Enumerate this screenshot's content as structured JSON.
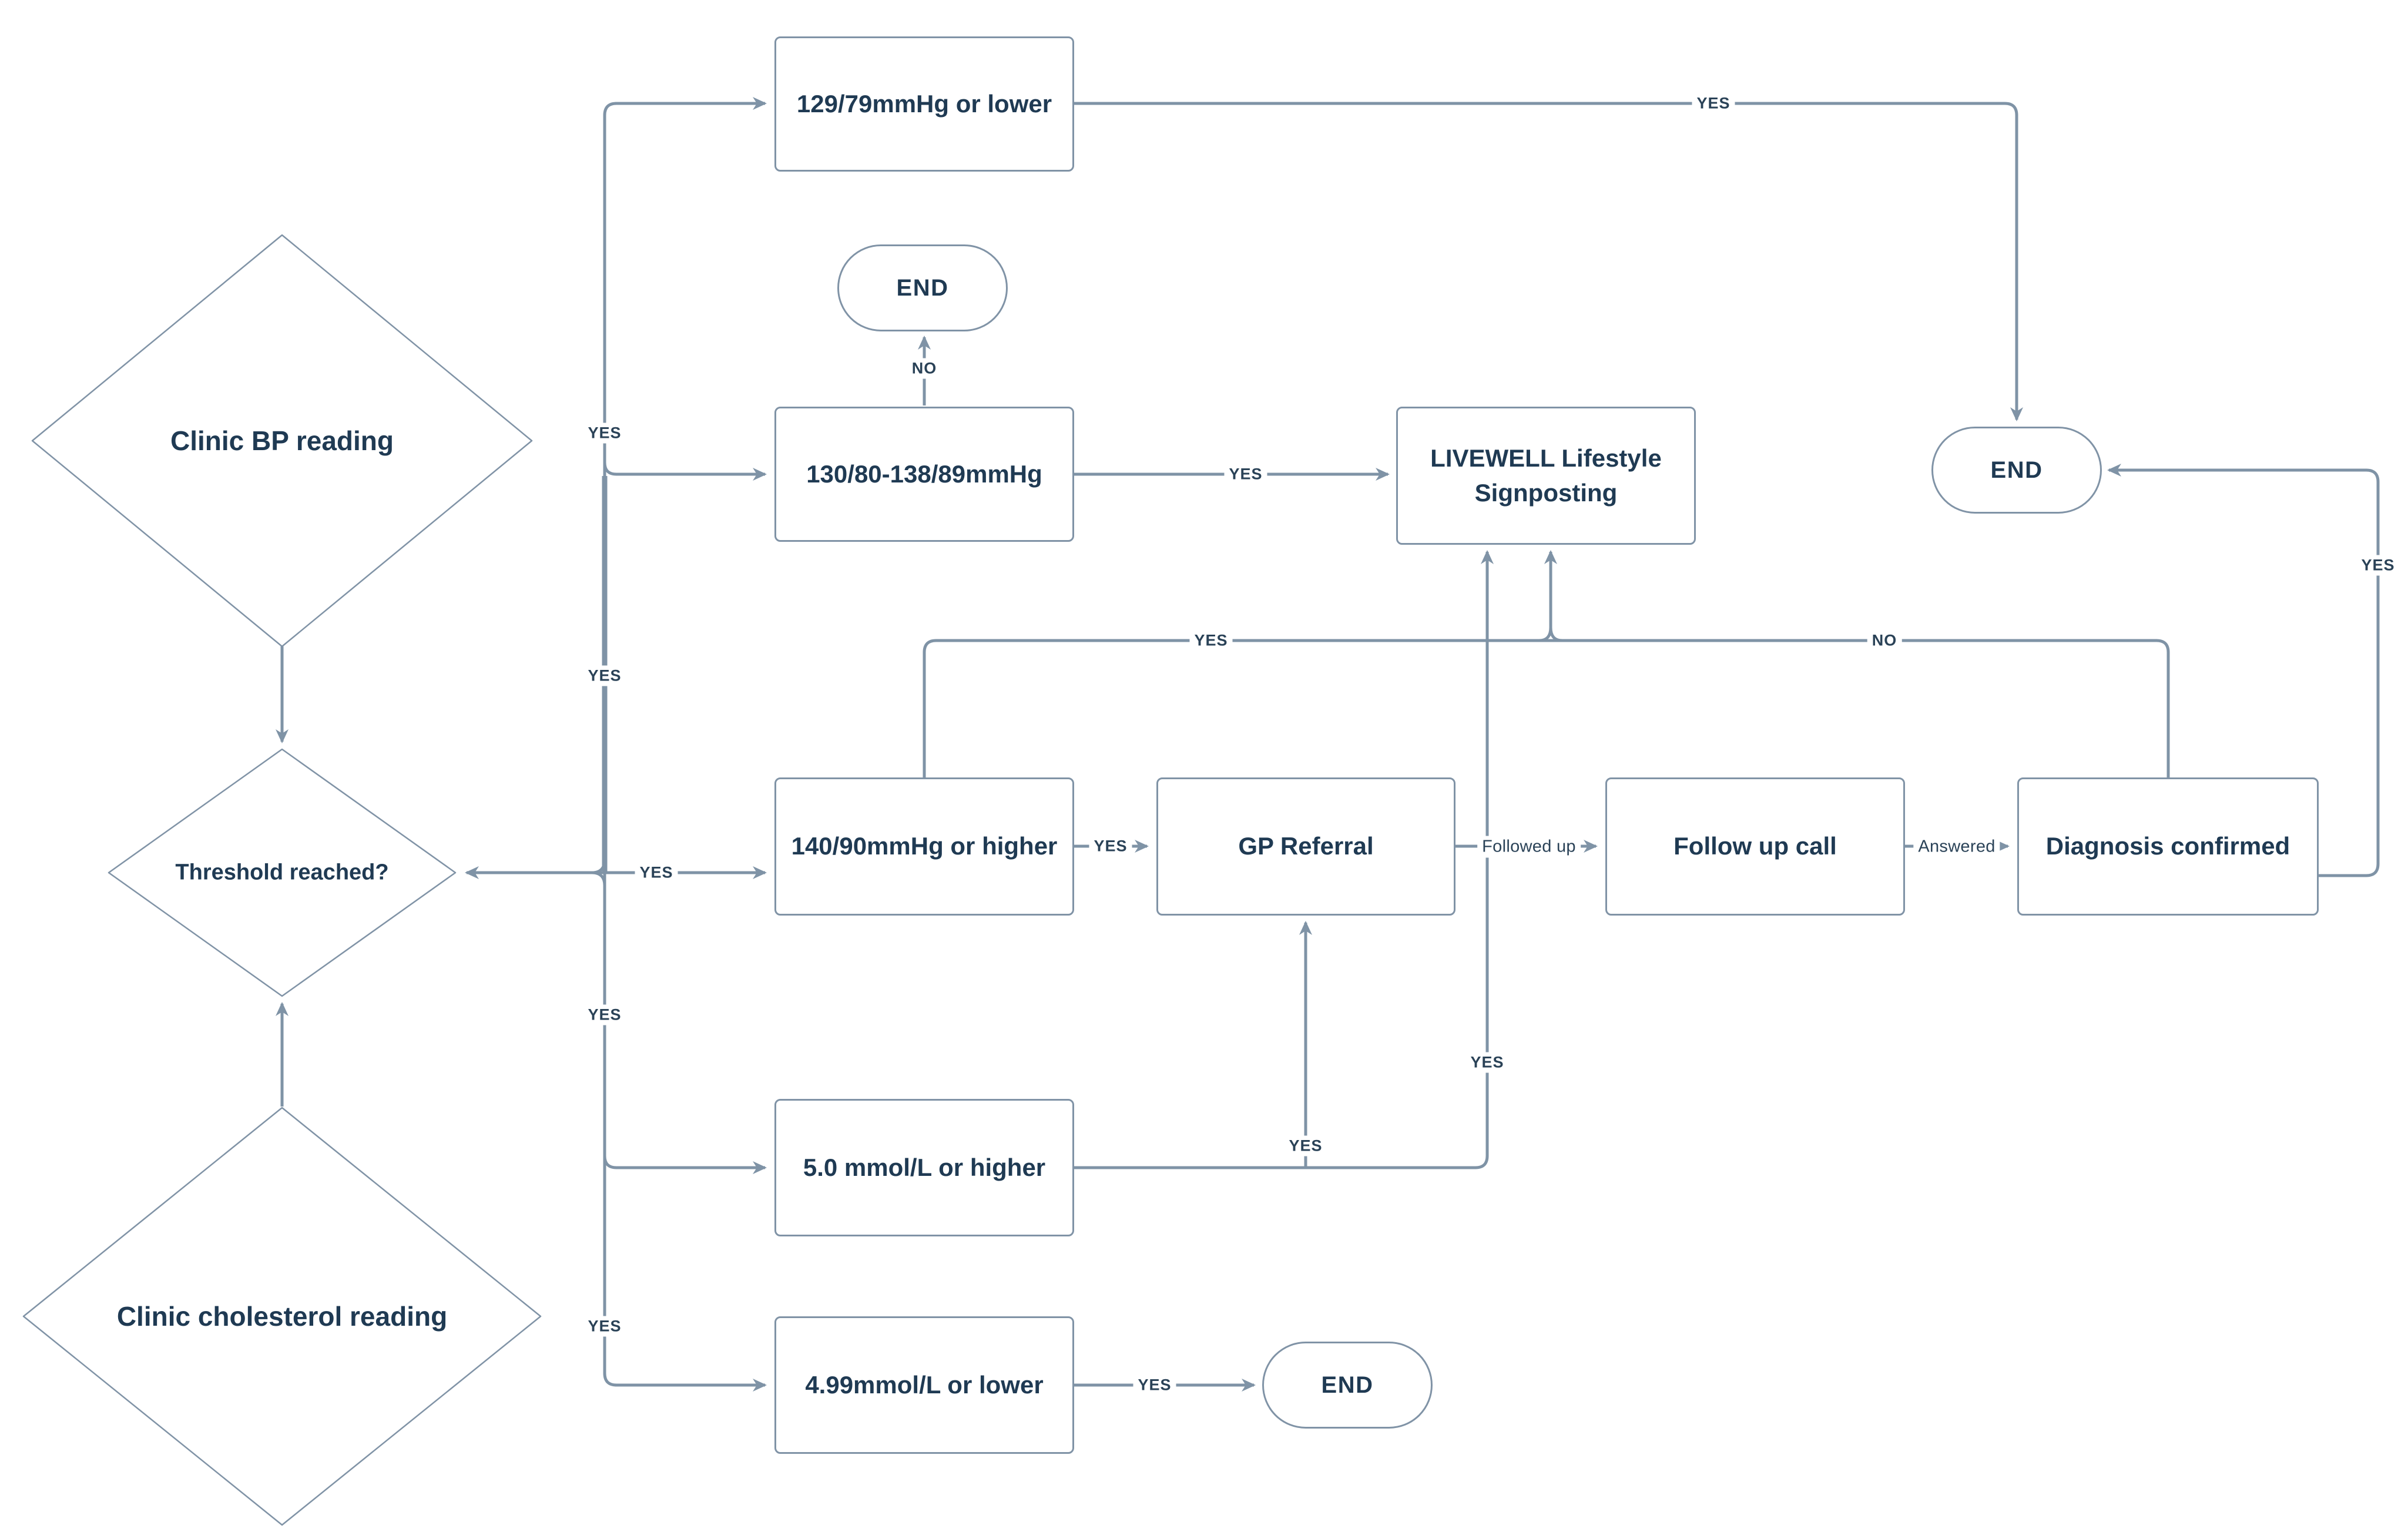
{
  "diagram": {
    "type": "flowchart",
    "background": "#ffffff",
    "colors": {
      "line": "#8093a6",
      "connector": "#7f93a6",
      "node_text": "#1f3a53",
      "edge_label_text": "#2a4257",
      "shape_fill": "#ffffff"
    }
  },
  "nodes": {
    "clinic_bp": {
      "label": "Clinic BP reading",
      "shape": "diamond"
    },
    "threshold": {
      "label": "Threshold reached?",
      "shape": "diamond"
    },
    "clinic_cholesterol": {
      "label": "Clinic cholesterol reading",
      "shape": "diamond"
    },
    "bp_low": {
      "label": "129/79mmHg or lower",
      "shape": "rect"
    },
    "bp_mid": {
      "label": "130/80-138/89mmHg",
      "shape": "rect"
    },
    "bp_high": {
      "label": "140/90mmHg or higher",
      "shape": "rect"
    },
    "livewell": {
      "label": "LIVEWELL Lifestyle Signposting",
      "line1": "LIVEWELL Lifestyle",
      "line2": "Signposting",
      "shape": "rect"
    },
    "gp_referral": {
      "label": "GP Referral",
      "shape": "rect"
    },
    "follow_up_call": {
      "label": "Follow up call",
      "shape": "rect"
    },
    "diagnosis_confirmed": {
      "label": "Diagnosis confirmed",
      "shape": "rect"
    },
    "chol_high": {
      "label": "5.0 mmol/L or higher",
      "shape": "rect"
    },
    "chol_low": {
      "label": "4.99mmol/L or lower",
      "shape": "rect"
    },
    "end_top": {
      "label": "END",
      "shape": "pill"
    },
    "end_right": {
      "label": "END",
      "shape": "pill"
    },
    "end_bottom": {
      "label": "END",
      "shape": "pill"
    }
  },
  "edge_labels": {
    "yes": "YES",
    "no": "NO",
    "followed_up": "Followed up",
    "answered": "Answered"
  }
}
